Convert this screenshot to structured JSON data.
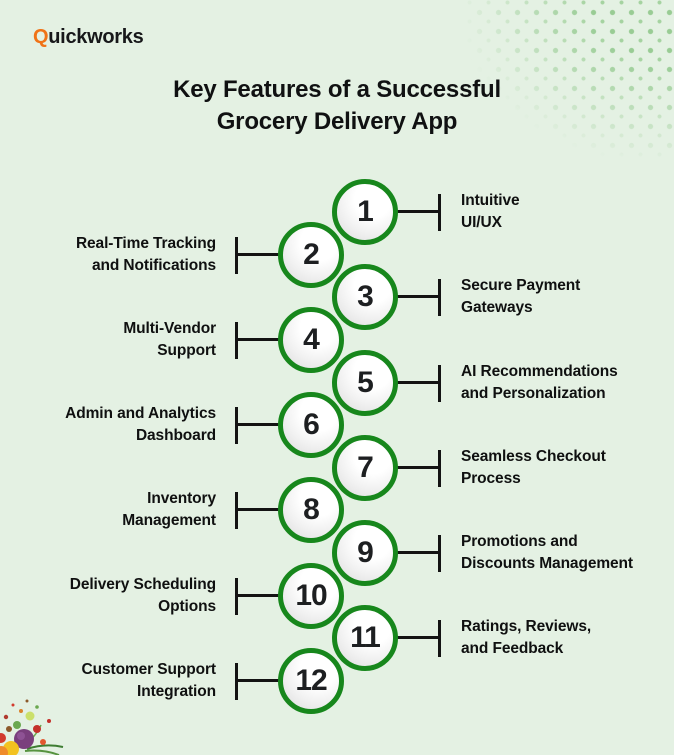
{
  "logo": {
    "accent": "Q",
    "rest": "uickworks"
  },
  "title": {
    "line1": "Key Features of a Successful",
    "line2": "Grocery Delivery App"
  },
  "colors": {
    "background": "#e4f1e3",
    "circle_border": "#17871c",
    "logo_accent": "#f07317",
    "connector": "#131313",
    "dots": "#8cc687"
  },
  "features": [
    {
      "number": "1",
      "label_line1": "Intuitive",
      "label_line2": "UI/UX"
    },
    {
      "number": "2",
      "label_line1": "Real-Time Tracking",
      "label_line2": "and Notifications"
    },
    {
      "number": "3",
      "label_line1": "Secure Payment",
      "label_line2": "Gateways"
    },
    {
      "number": "4",
      "label_line1": "Multi-Vendor",
      "label_line2": "Support"
    },
    {
      "number": "5",
      "label_line1": "AI Recommendations",
      "label_line2": "and Personalization"
    },
    {
      "number": "6",
      "label_line1": "Admin and Analytics",
      "label_line2": "Dashboard"
    },
    {
      "number": "7",
      "label_line1": "Seamless Checkout",
      "label_line2": "Process"
    },
    {
      "number": "8",
      "label_line1": "Inventory",
      "label_line2": "Management"
    },
    {
      "number": "9",
      "label_line1": "Promotions and",
      "label_line2": "Discounts Management"
    },
    {
      "number": "10",
      "label_line1": "Delivery Scheduling",
      "label_line2": "Options"
    },
    {
      "number": "11",
      "label_line1": "Ratings, Reviews,",
      "label_line2": "and Feedback"
    },
    {
      "number": "12",
      "label_line1": "Customer Support",
      "label_line2": "Integration"
    }
  ]
}
